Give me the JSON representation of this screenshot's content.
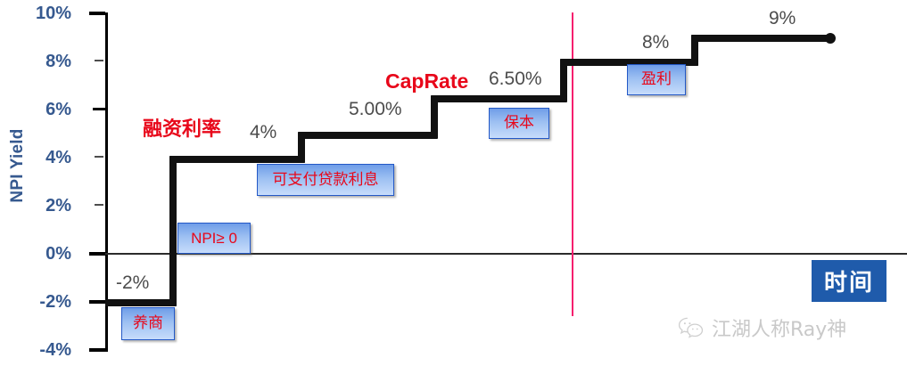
{
  "chart_data": {
    "type": "line",
    "title": "",
    "xlabel": "时间",
    "ylabel": "NPI Yield",
    "ylim": [
      -4,
      10
    ],
    "yticks": [
      "10%",
      "8%",
      "6%",
      "4%",
      "2%",
      "0%",
      "-2%",
      "-4%"
    ],
    "ytick_values": [
      10,
      8,
      6,
      4,
      2,
      0,
      -2,
      -4
    ],
    "grid": false,
    "legend": "none",
    "step_label": "Stepped NPI yield over time",
    "series": [
      {
        "name": "NPI Yield",
        "style": "step",
        "points": [
          {
            "stage": 1,
            "value": -2,
            "label": "-2%"
          },
          {
            "stage": 2,
            "value": 4,
            "label": "4%"
          },
          {
            "stage": 3,
            "value": 5,
            "label": "5.00%"
          },
          {
            "stage": 4,
            "value": 6.5,
            "label": "6.50%"
          },
          {
            "stage": 5,
            "value": 8,
            "label": "8%"
          },
          {
            "stage": 6,
            "value": 9,
            "label": "9%"
          }
        ]
      }
    ],
    "annotations": [
      {
        "name": "financing-rate",
        "text": "融资利率",
        "color": "#e8071a",
        "at_value": 4
      },
      {
        "name": "cap-rate",
        "text": "CapRate",
        "color": "#e8071a",
        "at_value": 6.5
      }
    ],
    "callouts": [
      {
        "name": "cultivate-tenants",
        "text": "养商",
        "at_value": -2
      },
      {
        "name": "npi-nonnegative",
        "text": "NPI≥ 0",
        "at_value": 4
      },
      {
        "name": "loan-interest",
        "text": "可支付贷款利息",
        "at_value": 4
      },
      {
        "name": "break-even",
        "text": "保本",
        "at_value": 6.5
      },
      {
        "name": "profit",
        "text": "盈利",
        "at_value": 8
      }
    ],
    "divider": {
      "name": "phase-divider",
      "color": "#f51f6e"
    }
  },
  "axis": {
    "y_title": "NPI Yield",
    "ticks": [
      "10%",
      "8%",
      "6%",
      "4%",
      "2%",
      "0%",
      "-2%",
      "-4%"
    ]
  },
  "value_labels": {
    "neg_two": "-2%",
    "four": "4%",
    "five": "5.00%",
    "six_five": "6.50%",
    "eight": "8%",
    "nine": "9%"
  },
  "red_labels": {
    "financing_rate": "融资利率",
    "cap_rate": "CapRate"
  },
  "callout_boxes": {
    "cultivate": "养商",
    "npi_nonneg": "NPI≥ 0",
    "loan_interest": "可支付贷款利息",
    "break_even": "保本",
    "profit": "盈利"
  },
  "time_badge": {
    "label": "时间"
  },
  "watermark": {
    "icon": "wechat-icon",
    "text": "江湖人称Ray神"
  },
  "colors": {
    "axis_text": "#36598f",
    "value_text": "#4c4c4c",
    "accent_red": "#e8071a",
    "divider_pink": "#f51f6e",
    "badge_blue": "#1f5bab",
    "box_border": "#2358c6",
    "line_black": "#111111"
  }
}
